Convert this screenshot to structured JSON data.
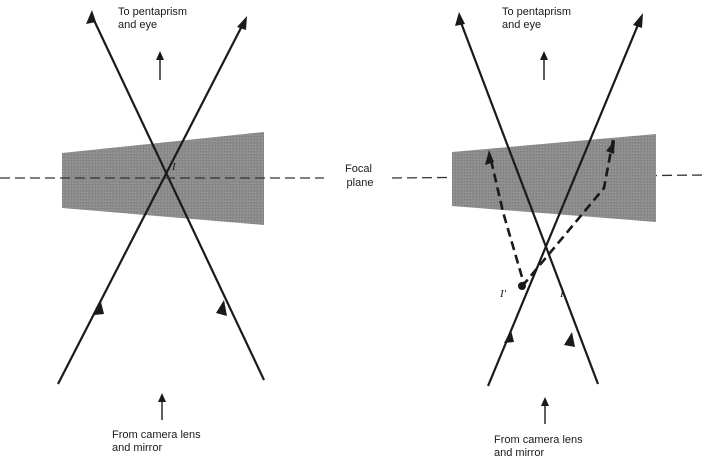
{
  "left_panel": {
    "top_label": [
      "To pentaprism",
      "and eye"
    ],
    "bottom_label": [
      "From camera lens",
      "and mirror"
    ],
    "image_point": "I"
  },
  "center": {
    "focal_label": [
      "Focal",
      "plane"
    ]
  },
  "right_panel": {
    "top_label": [
      "To pentaprism",
      "and eye"
    ],
    "bottom_label": [
      "From camera lens",
      "and mirror"
    ],
    "image_point": "I",
    "virtual_point": "I'"
  },
  "colors": {
    "ink": "#1a1a1a",
    "prism_fill": "#8c8c8c"
  }
}
